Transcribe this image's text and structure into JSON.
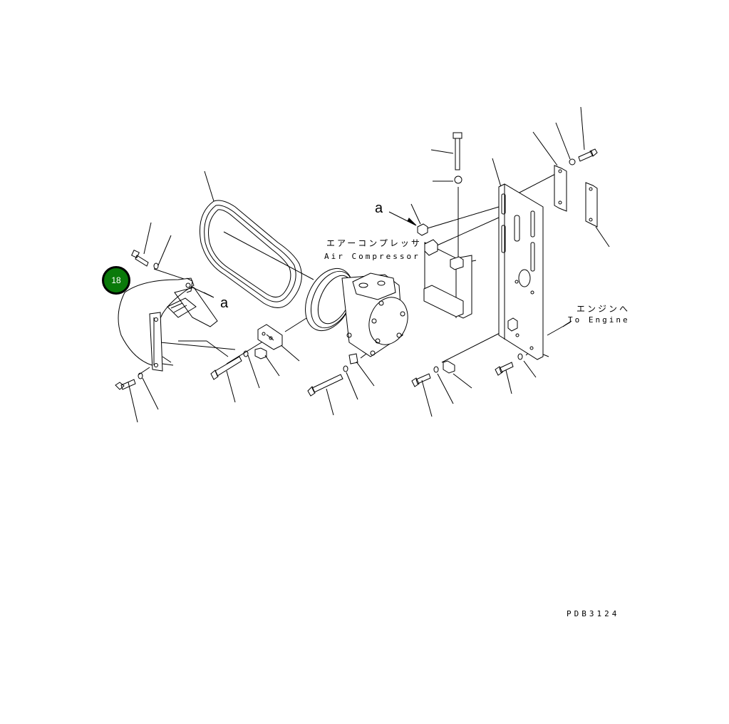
{
  "diagram": {
    "type": "exploded-parts-diagram",
    "drawing_code": "PDB3124",
    "callout": {
      "number": "18",
      "fill_color": "#0a7a0a",
      "border_color": "#000000"
    },
    "labels": {
      "air_compressor_jp": "エアーコンプレッサ",
      "air_compressor_en": "Air Compressor",
      "to_engine_jp": "エンジンへ",
      "to_engine_en": "To Engine",
      "ref_a_left": "a",
      "ref_a_top": "a"
    },
    "parts": [
      "v-belt",
      "air-compressor",
      "compressor-pulley",
      "belt-cover",
      "mounting-bracket-plate",
      "sub-bracket",
      "spacer-plate-upper",
      "spacer-plate-lower",
      "bolts",
      "washers",
      "nuts",
      "spacer-blocks",
      "clamps"
    ]
  }
}
